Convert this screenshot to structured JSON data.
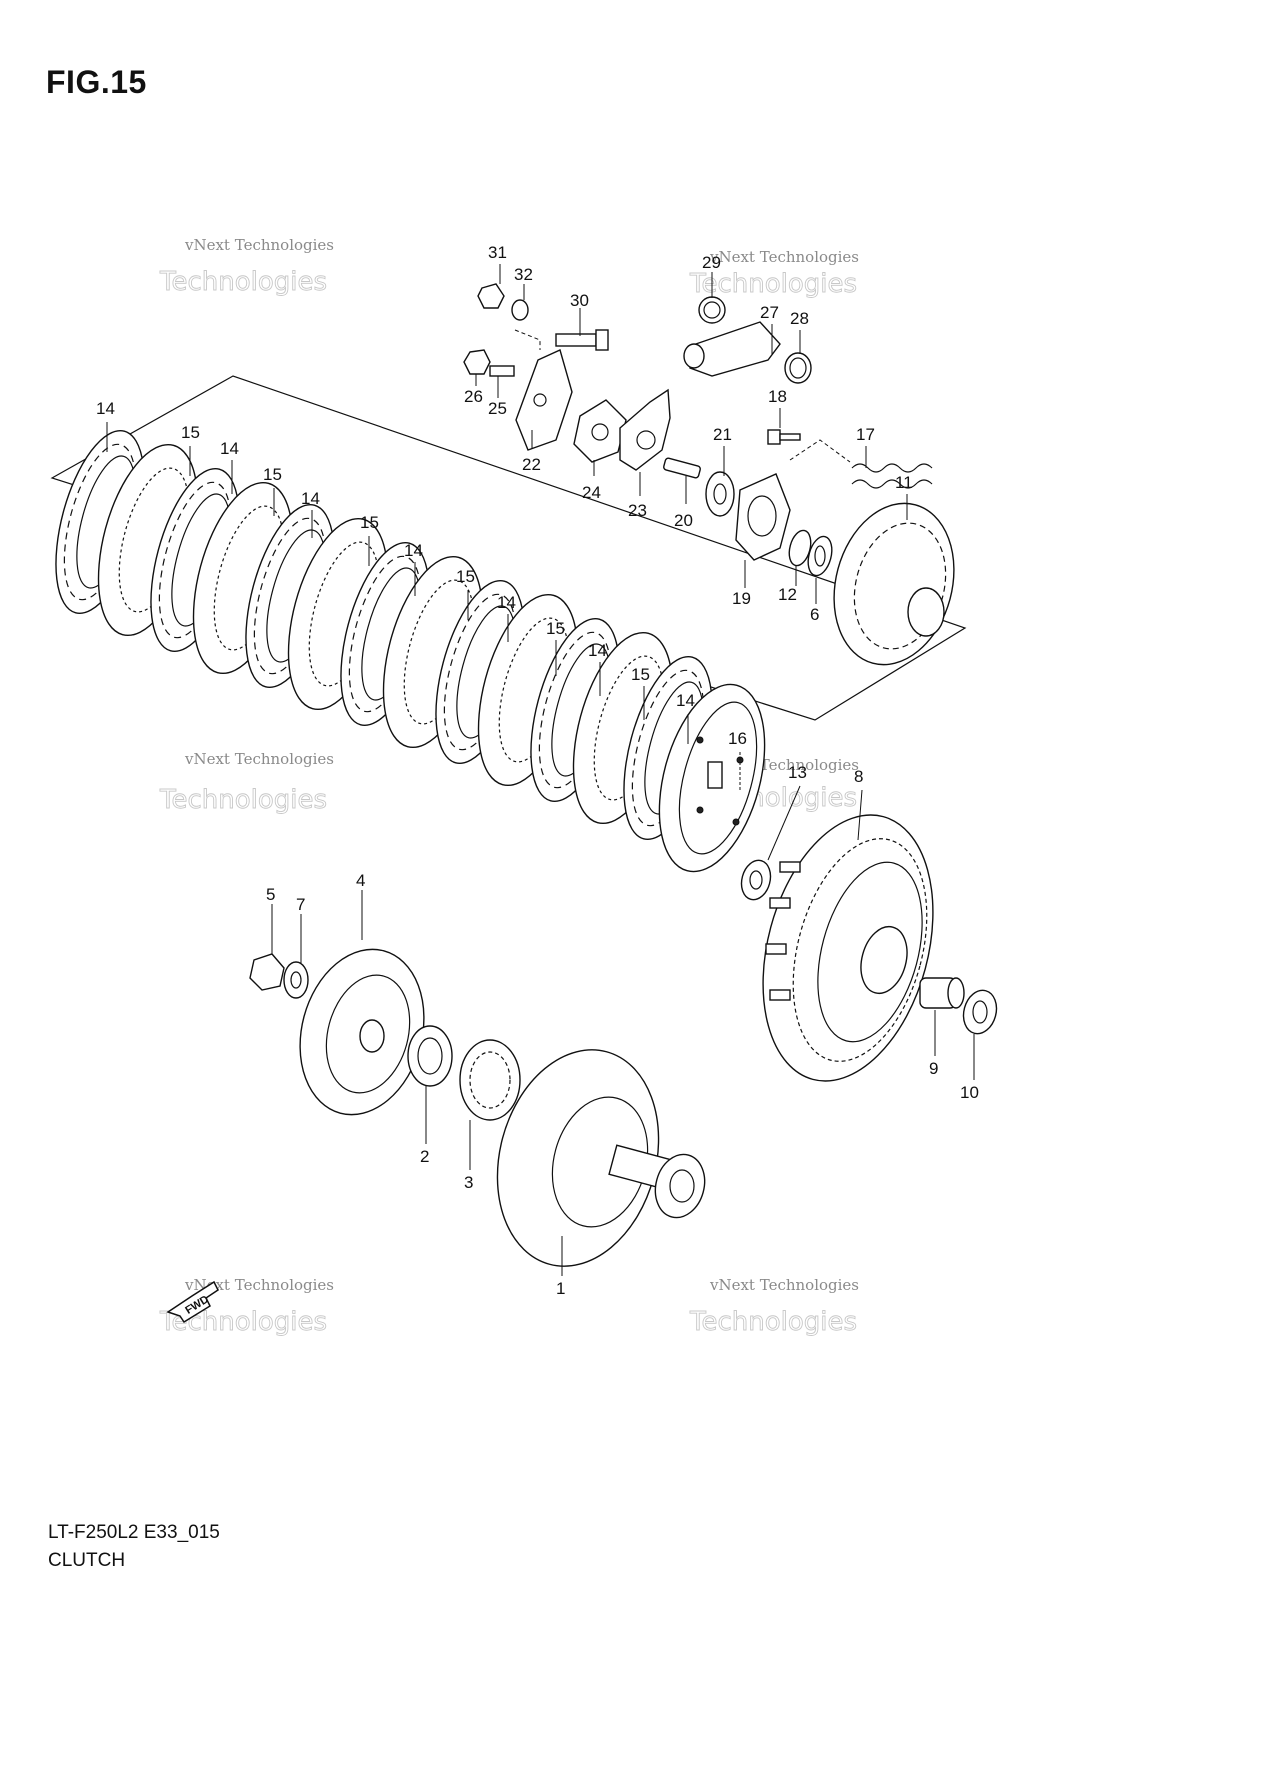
{
  "figure": {
    "title": "FIG.15"
  },
  "footer": {
    "model_code": "LT-F250L2 E33_015",
    "section_name": "CLUTCH"
  },
  "watermark": {
    "company": "vNext Technologies",
    "word": "Technologies"
  },
  "fwd_label": "FWD",
  "callouts": [
    {
      "id": "c1",
      "text": "1"
    },
    {
      "id": "c2",
      "text": "2"
    },
    {
      "id": "c3",
      "text": "3"
    },
    {
      "id": "c4",
      "text": "4"
    },
    {
      "id": "c5",
      "text": "5"
    },
    {
      "id": "c6",
      "text": "6"
    },
    {
      "id": "c7",
      "text": "7"
    },
    {
      "id": "c8",
      "text": "8"
    },
    {
      "id": "c9",
      "text": "9"
    },
    {
      "id": "c10",
      "text": "10"
    },
    {
      "id": "c11",
      "text": "11"
    },
    {
      "id": "c12",
      "text": "12"
    },
    {
      "id": "c13",
      "text": "13"
    },
    {
      "id": "c14a",
      "text": "14"
    },
    {
      "id": "c14b",
      "text": "14"
    },
    {
      "id": "c14c",
      "text": "14"
    },
    {
      "id": "c14d",
      "text": "14"
    },
    {
      "id": "c14e",
      "text": "14"
    },
    {
      "id": "c14f",
      "text": "14"
    },
    {
      "id": "c14g",
      "text": "14"
    },
    {
      "id": "c15a",
      "text": "15"
    },
    {
      "id": "c15b",
      "text": "15"
    },
    {
      "id": "c15c",
      "text": "15"
    },
    {
      "id": "c15d",
      "text": "15"
    },
    {
      "id": "c15e",
      "text": "15"
    },
    {
      "id": "c15f",
      "text": "15"
    },
    {
      "id": "c16",
      "text": "16"
    },
    {
      "id": "c17",
      "text": "17"
    },
    {
      "id": "c18",
      "text": "18"
    },
    {
      "id": "c19",
      "text": "19"
    },
    {
      "id": "c20",
      "text": "20"
    },
    {
      "id": "c21",
      "text": "21"
    },
    {
      "id": "c22",
      "text": "22"
    },
    {
      "id": "c23",
      "text": "23"
    },
    {
      "id": "c24",
      "text": "24"
    },
    {
      "id": "c25",
      "text": "25"
    },
    {
      "id": "c26",
      "text": "26"
    },
    {
      "id": "c27",
      "text": "27"
    },
    {
      "id": "c28",
      "text": "28"
    },
    {
      "id": "c29",
      "text": "29"
    },
    {
      "id": "c30",
      "text": "30"
    },
    {
      "id": "c31",
      "text": "31"
    },
    {
      "id": "c32",
      "text": "32"
    }
  ]
}
